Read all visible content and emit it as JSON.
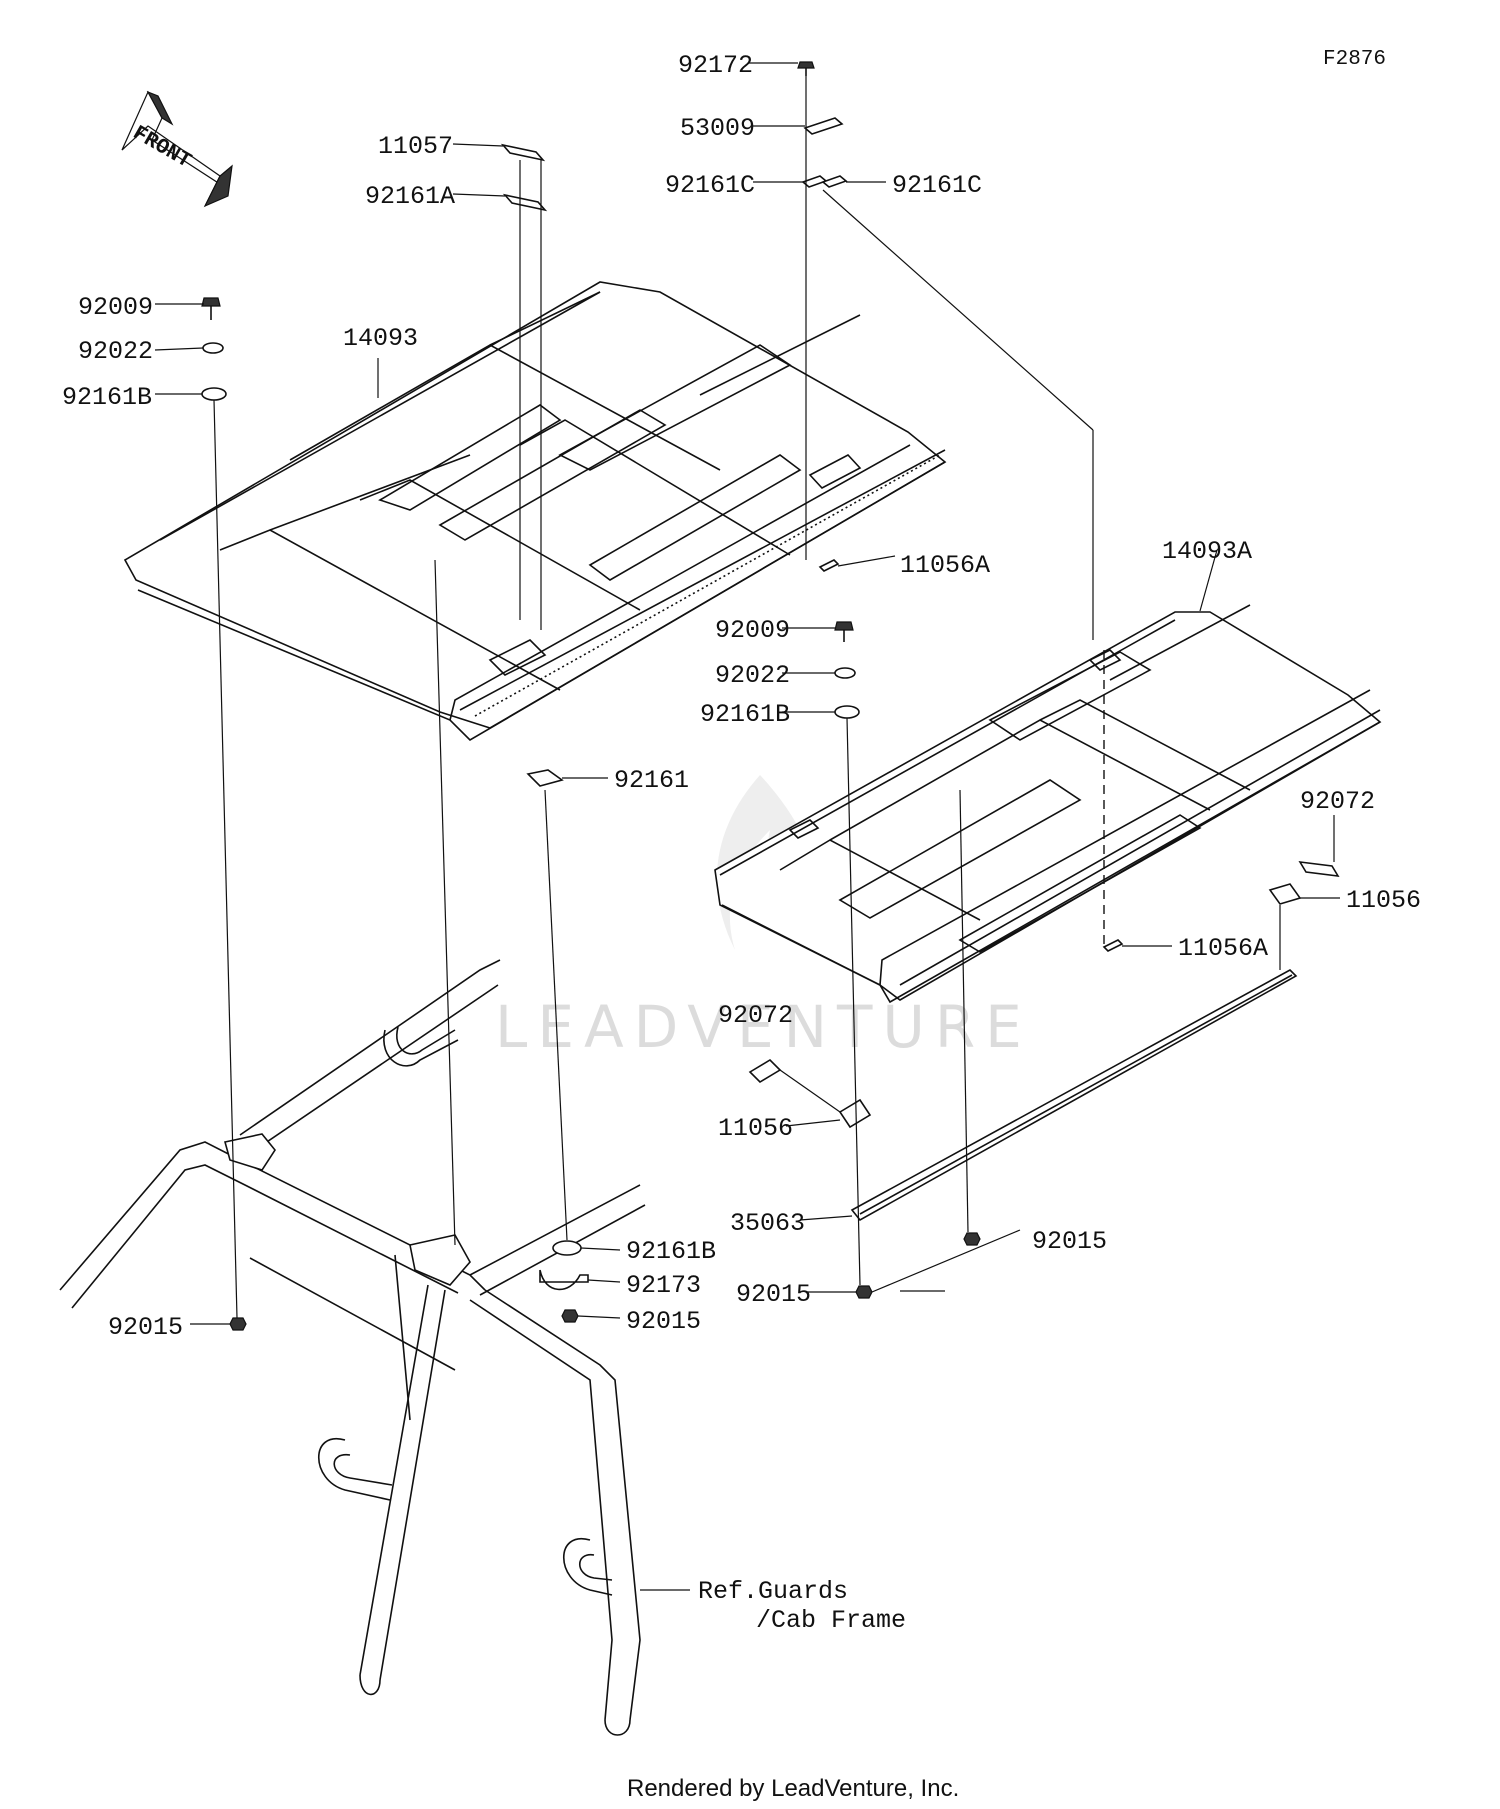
{
  "figure_code": "F2876",
  "front_arrow_label": "FRONT",
  "watermark": "LEADVENTURE",
  "footer": "Rendered by LeadVenture, Inc.",
  "reference": {
    "line1": "Ref.Guards",
    "line2": "/Cab Frame"
  },
  "callouts": {
    "p92172": "92172",
    "p53009": "53009",
    "p92161c_left": "92161C",
    "p92161c_right": "92161C",
    "p11057": "11057",
    "p92161a": "92161A",
    "p92009_left": "92009",
    "p92022_left": "92022",
    "p92161b_left": "92161B",
    "p14093": "14093",
    "p11056a_top": "11056A",
    "p14093a": "14093A",
    "p92009_right": "92009",
    "p92022_right": "92022",
    "p92161b_right": "92161B",
    "p92161": "92161",
    "p92072_right": "92072",
    "p11056_right": "11056",
    "p11056a_right": "11056A",
    "p92072_left": "92072",
    "p11056_left": "11056",
    "p35063": "35063",
    "p92015_mid": "92015",
    "p92161b_bottom": "92161B",
    "p92173": "92173",
    "p92015_bottom": "92015",
    "p92015_right": "92015",
    "p92015_left": "92015"
  }
}
